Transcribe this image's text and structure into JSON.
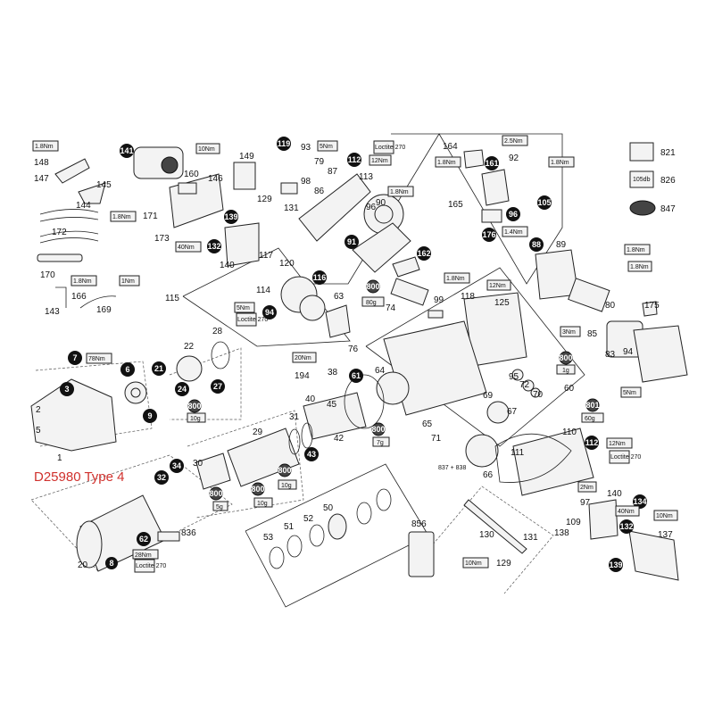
{
  "model_label": "D25980 Type 4",
  "callouts": [
    {
      "n": "148"
    },
    {
      "n": "147"
    },
    {
      "n": "145"
    },
    {
      "n": "144"
    },
    {
      "n": "172"
    },
    {
      "n": "171"
    },
    {
      "n": "170"
    },
    {
      "n": "166"
    },
    {
      "n": "143"
    },
    {
      "n": "169"
    },
    {
      "n": "160"
    },
    {
      "n": "146"
    },
    {
      "n": "173"
    },
    {
      "n": "149"
    },
    {
      "n": "129"
    },
    {
      "n": "131"
    },
    {
      "n": "140"
    },
    {
      "n": "117"
    },
    {
      "n": "120"
    },
    {
      "n": "114"
    },
    {
      "n": "115"
    },
    {
      "n": "93"
    },
    {
      "n": "79"
    },
    {
      "n": "98"
    },
    {
      "n": "87"
    },
    {
      "n": "86"
    },
    {
      "n": "113"
    },
    {
      "n": "96"
    },
    {
      "n": "90"
    },
    {
      "n": "164"
    },
    {
      "n": "92"
    },
    {
      "n": "165"
    },
    {
      "n": "821"
    },
    {
      "n": "826"
    },
    {
      "n": "847"
    },
    {
      "n": "89"
    },
    {
      "n": "80"
    },
    {
      "n": "85"
    },
    {
      "n": "83"
    },
    {
      "n": "94"
    },
    {
      "n": "175"
    },
    {
      "n": "74"
    },
    {
      "n": "99"
    },
    {
      "n": "118"
    },
    {
      "n": "125"
    },
    {
      "n": "63"
    },
    {
      "n": "76"
    },
    {
      "n": "22"
    },
    {
      "n": "28"
    },
    {
      "n": "194"
    },
    {
      "n": "38"
    },
    {
      "n": "64"
    },
    {
      "n": "95"
    },
    {
      "n": "72"
    },
    {
      "n": "70"
    },
    {
      "n": "60"
    },
    {
      "n": "69"
    },
    {
      "n": "67"
    },
    {
      "n": "65"
    },
    {
      "n": "71"
    },
    {
      "n": "40"
    },
    {
      "n": "45"
    },
    {
      "n": "42"
    },
    {
      "n": "31"
    },
    {
      "n": "29"
    },
    {
      "n": "30"
    },
    {
      "n": "1"
    },
    {
      "n": "2"
    },
    {
      "n": "5"
    },
    {
      "n": "110"
    },
    {
      "n": "111"
    },
    {
      "n": "66"
    },
    {
      "n": "97"
    },
    {
      "n": "109"
    },
    {
      "n": "138"
    },
    {
      "n": "140"
    },
    {
      "n": "137"
    },
    {
      "n": "130"
    },
    {
      "n": "131"
    },
    {
      "n": "129"
    },
    {
      "n": "856"
    },
    {
      "n": "53"
    },
    {
      "n": "51"
    },
    {
      "n": "52"
    },
    {
      "n": "50"
    },
    {
      "n": "20"
    },
    {
      "n": "836"
    }
  ],
  "black_callouts": [
    {
      "n": "141"
    },
    {
      "n": "119"
    },
    {
      "n": "112"
    },
    {
      "n": "139"
    },
    {
      "n": "132"
    },
    {
      "n": "91"
    },
    {
      "n": "161"
    },
    {
      "n": "105"
    },
    {
      "n": "96"
    },
    {
      "n": "176"
    },
    {
      "n": "162"
    },
    {
      "n": "88"
    },
    {
      "n": "116"
    },
    {
      "n": "94"
    },
    {
      "n": "7"
    },
    {
      "n": "6"
    },
    {
      "n": "21"
    },
    {
      "n": "24"
    },
    {
      "n": "27"
    },
    {
      "n": "3"
    },
    {
      "n": "9"
    },
    {
      "n": "61"
    },
    {
      "n": "43"
    },
    {
      "n": "112"
    },
    {
      "n": "134"
    },
    {
      "n": "132"
    },
    {
      "n": "139"
    },
    {
      "n": "34"
    },
    {
      "n": "32"
    },
    {
      "n": "62"
    },
    {
      "n": "8"
    }
  ],
  "torques": [
    {
      "t": "1.8Nm"
    },
    {
      "t": "10Nm"
    },
    {
      "t": "5Nm"
    },
    {
      "t": "12Nm"
    },
    {
      "t": "2.5Nm"
    },
    {
      "t": "1.8Nm"
    },
    {
      "t": "1.8Nm"
    },
    {
      "t": "1.8Nm"
    },
    {
      "t": "1.4Nm"
    },
    {
      "t": "40Nm"
    },
    {
      "t": "1.8Nm"
    },
    {
      "t": "1Nm"
    },
    {
      "t": "1.8Nm"
    },
    {
      "t": "1.8Nm"
    },
    {
      "t": "1.8Nm"
    },
    {
      "t": "5Nm"
    },
    {
      "t": "12Nm"
    },
    {
      "t": "1.8Nm"
    },
    {
      "t": "3Nm"
    },
    {
      "t": "5Nm"
    },
    {
      "t": "78Nm"
    },
    {
      "t": "20Nm"
    },
    {
      "t": "12Nm"
    },
    {
      "t": "2Nm"
    },
    {
      "t": "40Nm"
    },
    {
      "t": "10Nm"
    },
    {
      "t": "10Nm"
    },
    {
      "t": "28Nm"
    }
  ],
  "grease": [
    {
      "t": "800",
      "g": "80g"
    },
    {
      "t": "800",
      "g": "1g"
    },
    {
      "t": "800",
      "g": "10g"
    },
    {
      "t": "800",
      "g": "7g"
    },
    {
      "t": "801",
      "g": "60g"
    },
    {
      "t": "800",
      "g": "10g"
    },
    {
      "t": "800",
      "g": "5g"
    },
    {
      "t": "800",
      "g": "10g"
    }
  ],
  "loctite": [
    {
      "t": "Loctite 270"
    },
    {
      "t": "Loctite 270"
    },
    {
      "t": "Loctite 270"
    },
    {
      "t": "Loctite 270"
    }
  ],
  "box_texts": {
    "noise": "105db",
    "combo": "837 + 838"
  }
}
